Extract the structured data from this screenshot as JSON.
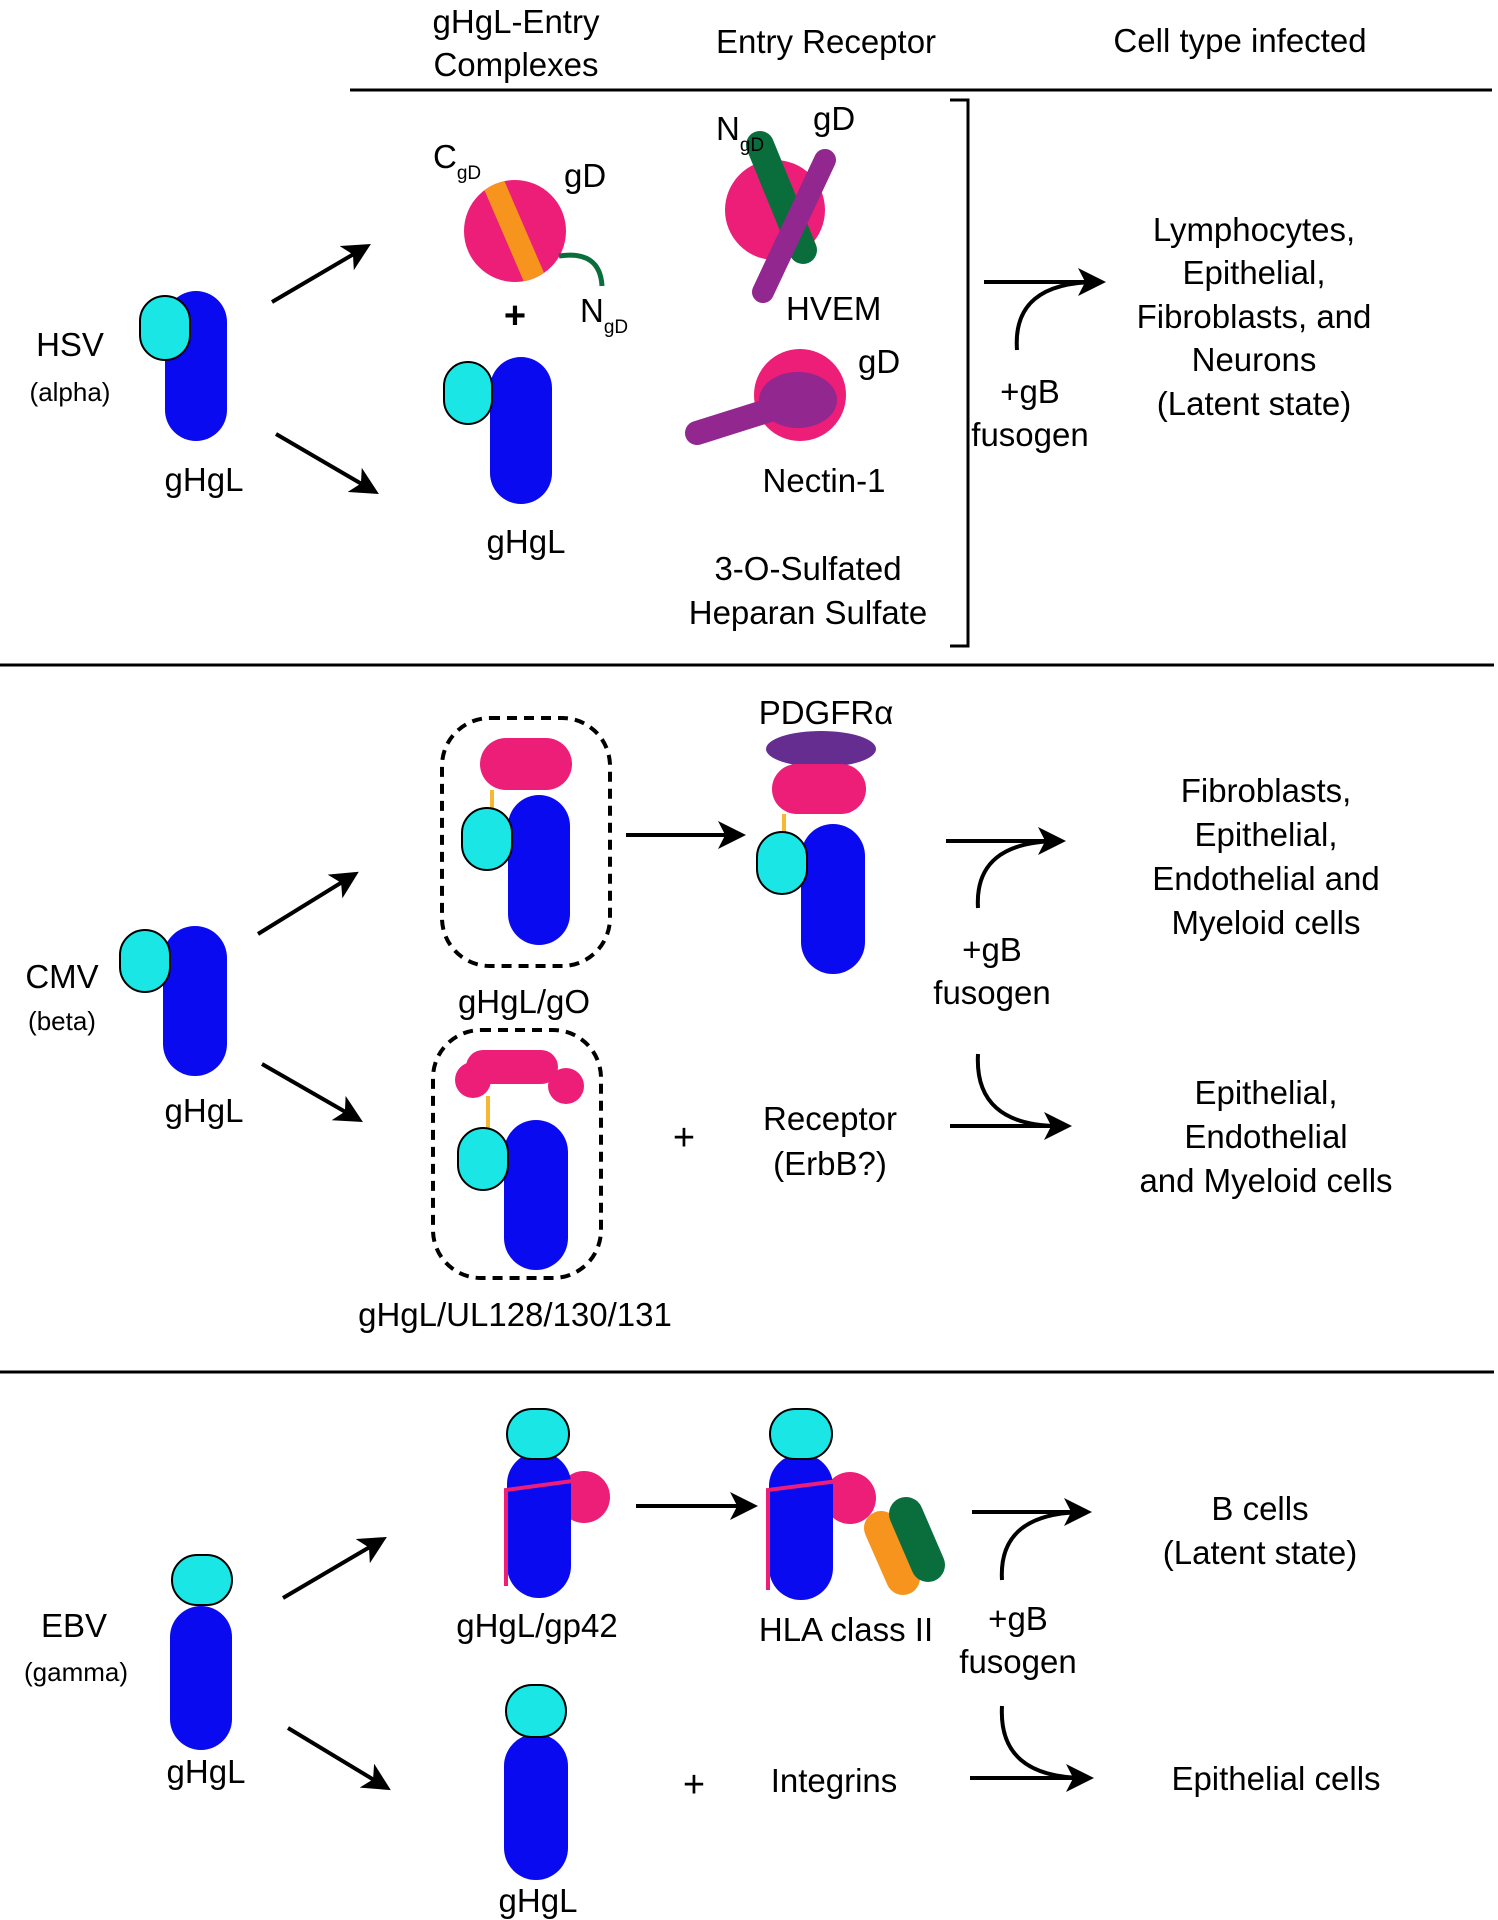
{
  "colors": {
    "ghgl_blue": "#0a0af0",
    "gl_cyan": "#1ae6e6",
    "gd_pink": "#ec1e78",
    "gd_orange": "#f7941d",
    "n_green": "#0a6e3c",
    "receptor_purple": "#92278f",
    "pdgfr_purple": "#662d91",
    "linker_orange": "#f7b733"
  },
  "header": {
    "col1_line1": "gHgL-Entry",
    "col1_line2": "Complexes",
    "col2": "Entry Receptor",
    "col3": "Cell type infected"
  },
  "hsv": {
    "virus": "HSV",
    "family": "(alpha)",
    "ghgl": "gHgL",
    "cgd": "C",
    "gd_sub": "gD",
    "gd": "gD",
    "ngd": "N",
    "plus": "+",
    "ghgl2": "gHgL",
    "ngd_receptor": "N",
    "gd_receptor": "gD",
    "hvem": "HVEM",
    "gd_nectin": "gD",
    "nectin": "Nectin-1",
    "hs_line1": "3-O-Sulfated",
    "hs_line2": "Heparan Sulfate",
    "gb_line1": "+gB",
    "gb_line2": "fusogen",
    "cells": [
      "Lymphocytes,",
      "Epithelial,",
      "Fibroblasts, and",
      "Neurons",
      "(Latent state)"
    ]
  },
  "cmv": {
    "virus": "CMV",
    "family": "(beta)",
    "ghgl": "gHgL",
    "complex1": "gHgL/gO",
    "receptor1": "PDGFRα",
    "complex2": "gHgL/UL128/130/131",
    "plus": "+",
    "receptor2_line1": "Receptor",
    "receptor2_line2": "(ErbB?)",
    "gb_line1": "+gB",
    "gb_line2": "fusogen",
    "cells1": [
      "Fibroblasts,",
      "Epithelial,",
      "Endothelial and",
      "Myeloid cells"
    ],
    "cells2": [
      "Epithelial,",
      "Endothelial",
      "and Myeloid cells"
    ]
  },
  "ebv": {
    "virus": "EBV",
    "family": "(gamma)",
    "ghgl": "gHgL",
    "complex1": "gHgL/gp42",
    "receptor1": "HLA class II",
    "ghgl2": "gHgL",
    "plus": "+",
    "receptor2": "Integrins",
    "gb_line1": "+gB",
    "gb_line2": "fusogen",
    "cells1": [
      "B cells",
      "(Latent state)"
    ],
    "cells2": "Epithelial cells"
  }
}
